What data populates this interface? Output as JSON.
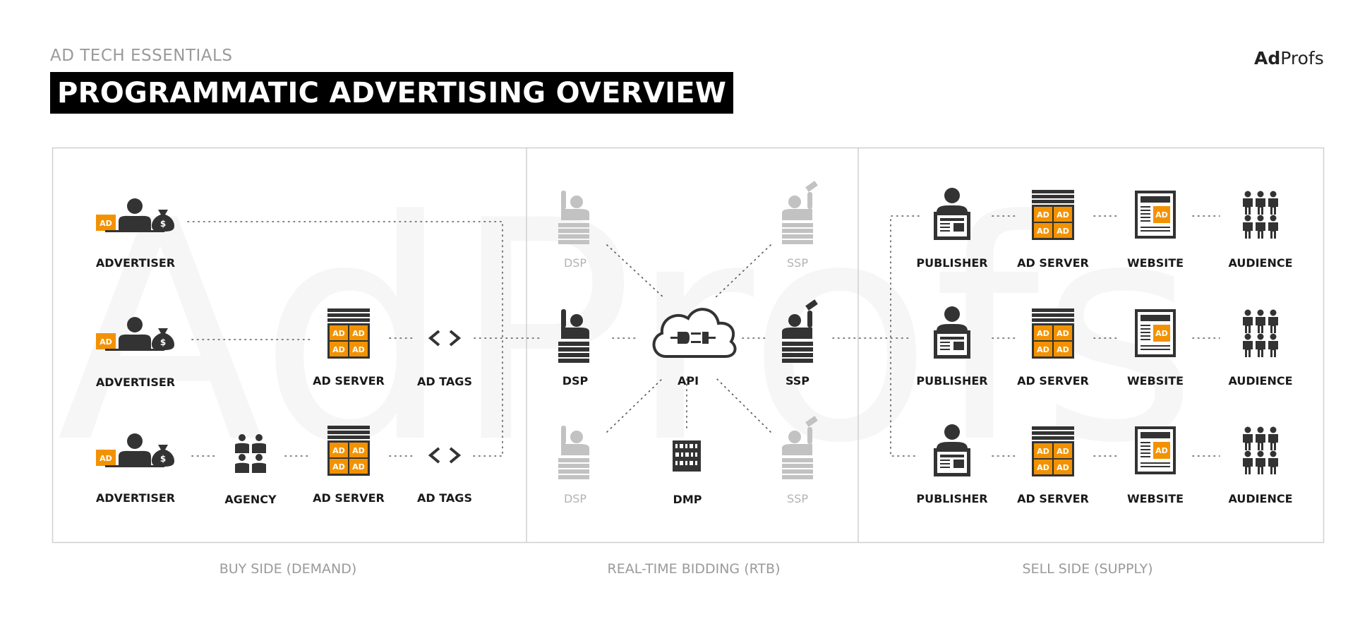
{
  "header": {
    "kicker": "AD TECH ESSENTIALS",
    "title": "PROGRAMMATIC ADVERTISING OVERVIEW",
    "brand_bold": "Ad",
    "brand_light": "Profs"
  },
  "watermark": "AdProfs",
  "colors": {
    "accent": "#f39200",
    "dark": "#333333",
    "muted": "#c2c2c2",
    "frame": "#d0d0d0"
  },
  "sections": {
    "buy": "BUY SIDE (DEMAND)",
    "rtb": "REAL-TIME BIDDING (RTB)",
    "sell": "SELL SIDE (SUPPLY)"
  },
  "buy_side": {
    "advertiser": "ADVERTISER",
    "agency": "AGENCY",
    "ad_server": "AD SERVER",
    "ad_tags": "AD TAGS",
    "tag_text": "AD",
    "money_symbol": "$"
  },
  "rtb": {
    "dsp": "DSP",
    "ssp": "SSP",
    "api": "API",
    "dmp": "DMP"
  },
  "sell_side": {
    "publisher": "PUBLISHER",
    "ad_server": "AD SERVER",
    "website": "WEBSITE",
    "audience": "AUDIENCE",
    "tag_text": "AD"
  }
}
